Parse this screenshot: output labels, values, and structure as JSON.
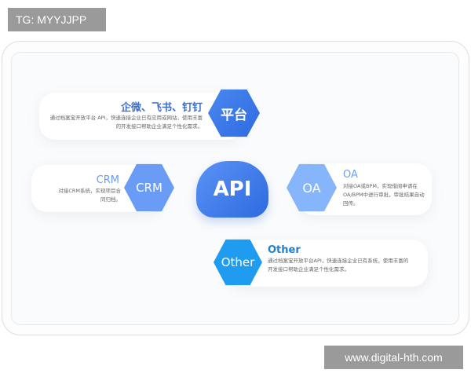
{
  "watermark_tag": "TG: MYYJJPP",
  "watermark_site": "www.digital-hth.com",
  "center": {
    "label": "API",
    "color": "#3f7ef0"
  },
  "items": [
    {
      "hex_label": "平台",
      "title": "企微、飞书、钉钉",
      "desc": "通过档案宝开放平台 API，快速连接企业已有应用或网站，使用丰富的开发接口帮助企业满足个性化需求。",
      "color": "#3b78e7"
    },
    {
      "hex_label": "CRM",
      "title": "CRM",
      "desc": "对接CRM系统，实现项目合同归档。",
      "color": "#6a9cf5"
    },
    {
      "hex_label": "OA",
      "title": "OA",
      "desc": "对接OA或BPM，实现借阅申请在OA/BPM中进行审批，审批结果自动回传。",
      "color": "#86b5fb"
    },
    {
      "hex_label": "Other",
      "title": "Other",
      "desc": "通过档案宝开放平台API，快速连接企业已有系统，使用丰富的开发接口帮助企业满足个性化需求。",
      "color": "#1f9cf0"
    }
  ]
}
